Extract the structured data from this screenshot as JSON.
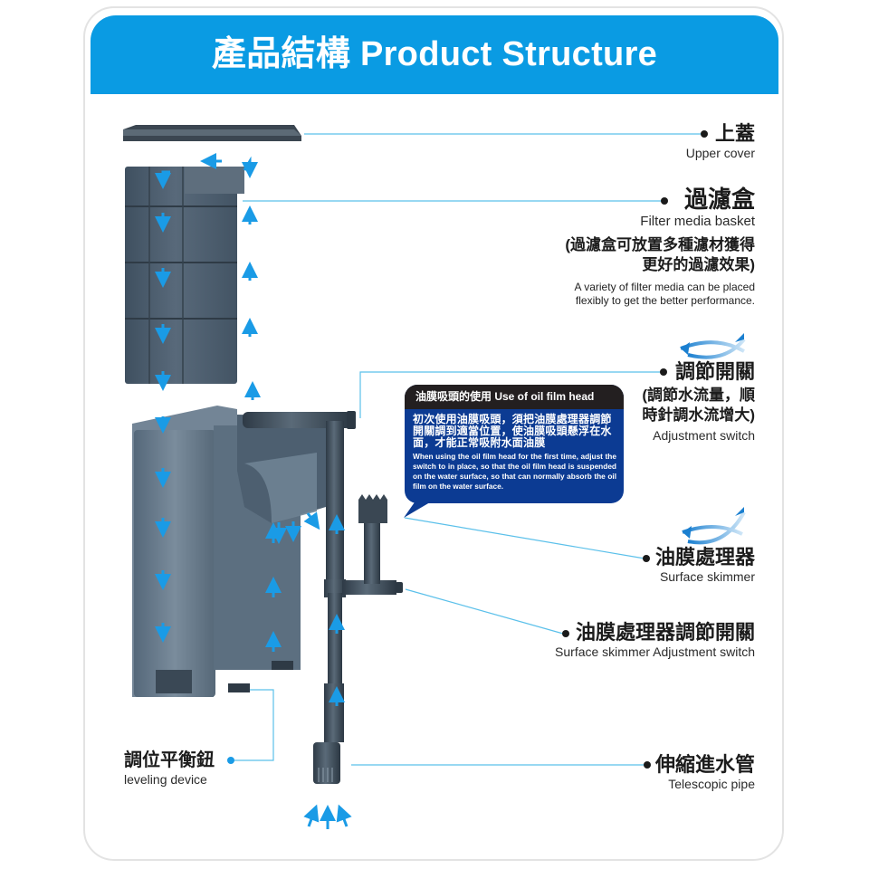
{
  "header": {
    "title": "產品結構 Product Structure",
    "bg_color": "#0a9be3"
  },
  "accent_colors": {
    "leader_line": "#5bc0ea",
    "flow_arrow": "#1a9be6",
    "callout_bg": "#0c3b93",
    "callout_head_bg": "#231f20",
    "dot": "#1a1a1a",
    "dot_blue": "#1a9be6"
  },
  "parts": [
    {
      "id": "upper-cover",
      "zh": "上蓋",
      "en": "Upper cover"
    },
    {
      "id": "filter-media-basket",
      "zh": "過濾盒",
      "en": "Filter media basket",
      "note_zh_1": "(過濾盒可放置多種濾材獲得",
      "note_zh_2": "更好的過濾效果)",
      "note_en_1": "A variety of filter media can be placed",
      "note_en_2": "flexibly to get the better performance."
    },
    {
      "id": "adjustment-switch",
      "zh": "調節開關",
      "note_zh_1": "(調節水流量，順",
      "note_zh_2": "時針調水流增大)",
      "en": "Adjustment switch"
    },
    {
      "id": "surface-skimmer",
      "zh": "油膜處理器",
      "en": "Surface skimmer"
    },
    {
      "id": "surface-skimmer-switch",
      "zh": "油膜處理器調節開關",
      "en": "Surface skimmer Adjustment switch"
    },
    {
      "id": "leveling-device",
      "zh": "調位平衡鈕",
      "en": "leveling device"
    },
    {
      "id": "telescopic-pipe",
      "zh": "伸縮進水管",
      "en": "Telescopic pipe"
    }
  ],
  "callout": {
    "title": "油膜吸頭的使用 Use of oil film head",
    "zh": "初次使用油膜吸頭，須把油膜處理器調節開關調到適當位置，使油膜吸頭懸浮在水面，才能正常吸附水面油膜",
    "en": "When using the oil film head for the first time, adjust the switch to in place, so that the oil film head is suspended on the water surface, so that can normally absorb the oil film on the water surface."
  },
  "icons": {
    "rotate_arrows": "rotate-clockwise-arrows-icon",
    "flow_arrows": "water-flow-arrow-icon"
  }
}
